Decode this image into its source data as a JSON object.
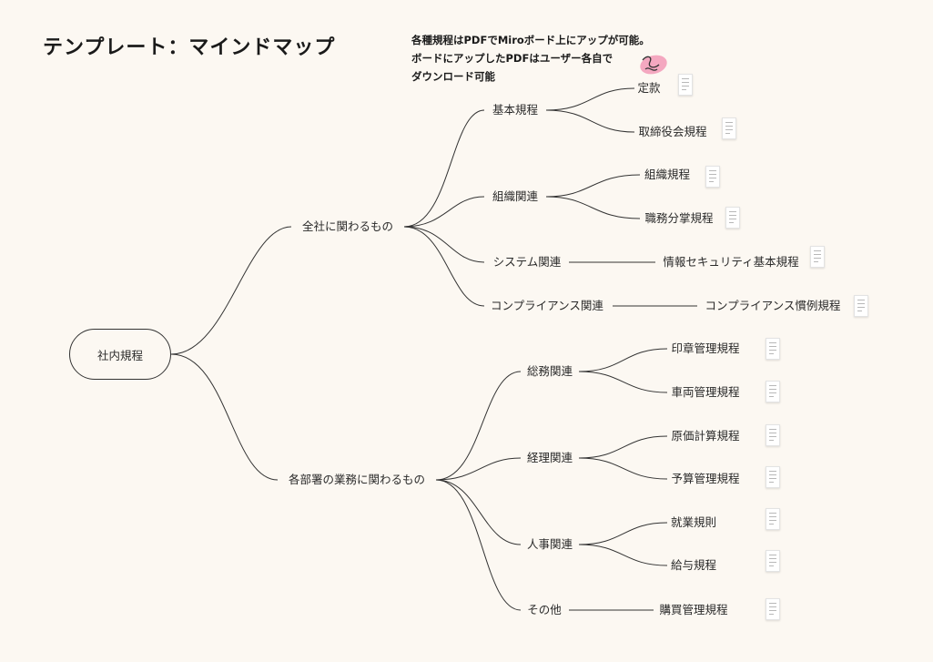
{
  "title": "テンプレート：マインドマップ",
  "note": {
    "lines": [
      "各種規程はPDFでMiroボード上にアップが可能。",
      "ボードにアップしたPDFはユーザー各自で",
      "ダウンロード可能"
    ]
  },
  "mindmap": {
    "root": "社内規程",
    "branches": [
      {
        "label": "全社に関わるもの",
        "children": [
          {
            "label": "基本規程",
            "children": [
              "定款",
              "取締役会規程"
            ]
          },
          {
            "label": "組織関連",
            "children": [
              "組織規程",
              "職務分掌規程"
            ]
          },
          {
            "label": "システム関連",
            "children": [
              "情報セキュリティ基本規程"
            ]
          },
          {
            "label": "コンプライアンス関連",
            "children": [
              "コンプライアンス慣例規程"
            ]
          }
        ]
      },
      {
        "label": "各部署の業務に関わるもの",
        "children": [
          {
            "label": "総務関連",
            "children": [
              "印章管理規程",
              "車両管理規程"
            ]
          },
          {
            "label": "経理関連",
            "children": [
              "原価計算規程",
              "予算管理規程"
            ]
          },
          {
            "label": "人事関連",
            "children": [
              "就業規則",
              "給与規程"
            ]
          },
          {
            "label": "その他",
            "children": [
              "購買管理規程"
            ]
          }
        ]
      }
    ]
  }
}
